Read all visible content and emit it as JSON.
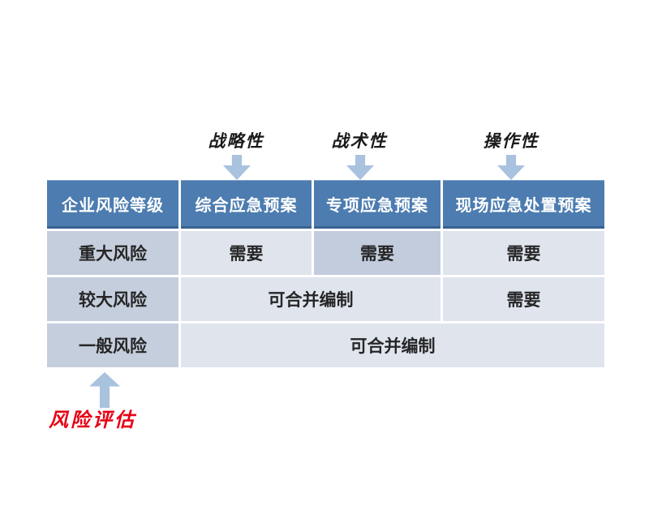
{
  "annotations": {
    "top_labels": [
      "战略性",
      "战术性",
      "操作性"
    ],
    "bottom_label": "风险评估"
  },
  "table": {
    "headers": [
      "企业风险等级",
      "综合应急预案",
      "专项应急预案",
      "现场应急处置预案"
    ],
    "rows": [
      {
        "level": "重大风险",
        "comprehensive": "需要",
        "special": "需要",
        "onsite": "需要"
      },
      {
        "level": "较大风险",
        "merged_comprehensive_special": "可合并编制",
        "onsite": "需要"
      },
      {
        "level": "一般风险",
        "merged_all": "可合并编制"
      }
    ]
  },
  "colors": {
    "header_bg": "#4C7CB0",
    "header_text": "#FFFFFF",
    "level_cell_bg": "#C5CEDD",
    "body_cell_bg": "#DFE4ED",
    "highlight_cell_bg": "#C2CCDD",
    "body_text": "#262626",
    "arrow": "#A9C2DE",
    "bottom_label_text": "#E60014"
  }
}
